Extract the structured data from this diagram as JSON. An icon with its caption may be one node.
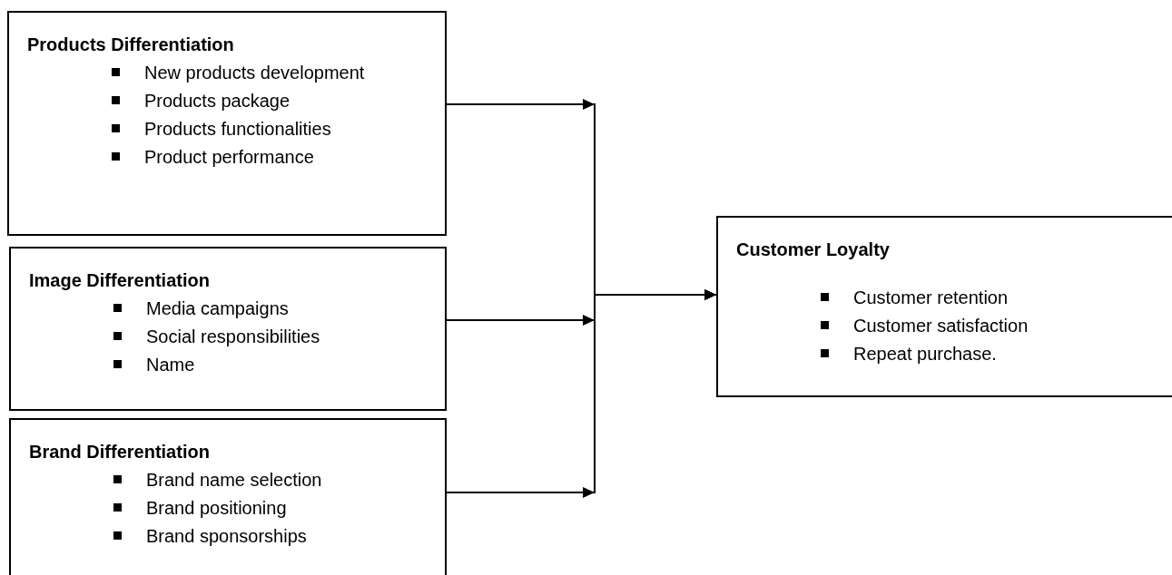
{
  "diagram": {
    "nodes": [
      {
        "text": [
          "Products Differentiation",
          "New products development",
          "Products package",
          "Products functionalities",
          "Product performance"
        ]
      },
      {
        "text": [
          "Image Differentiation",
          "Media campaigns",
          "Social responsibilities",
          "Name"
        ]
      },
      {
        "text": [
          "Brand Differentiation",
          "Brand name selection",
          "Brand positioning",
          "Brand sponsorships"
        ]
      },
      {
        "text": [
          "Customer Loyalty",
          "Customer retention",
          "Customer satisfaction",
          "Repeat purchase."
        ]
      }
    ],
    "edges": [
      {
        "from": 0,
        "to": 3,
        "arrow": "to"
      },
      {
        "from": 1,
        "to": 3,
        "arrow": "to"
      },
      {
        "from": 2,
        "to": 3,
        "arrow": "to"
      }
    ]
  }
}
